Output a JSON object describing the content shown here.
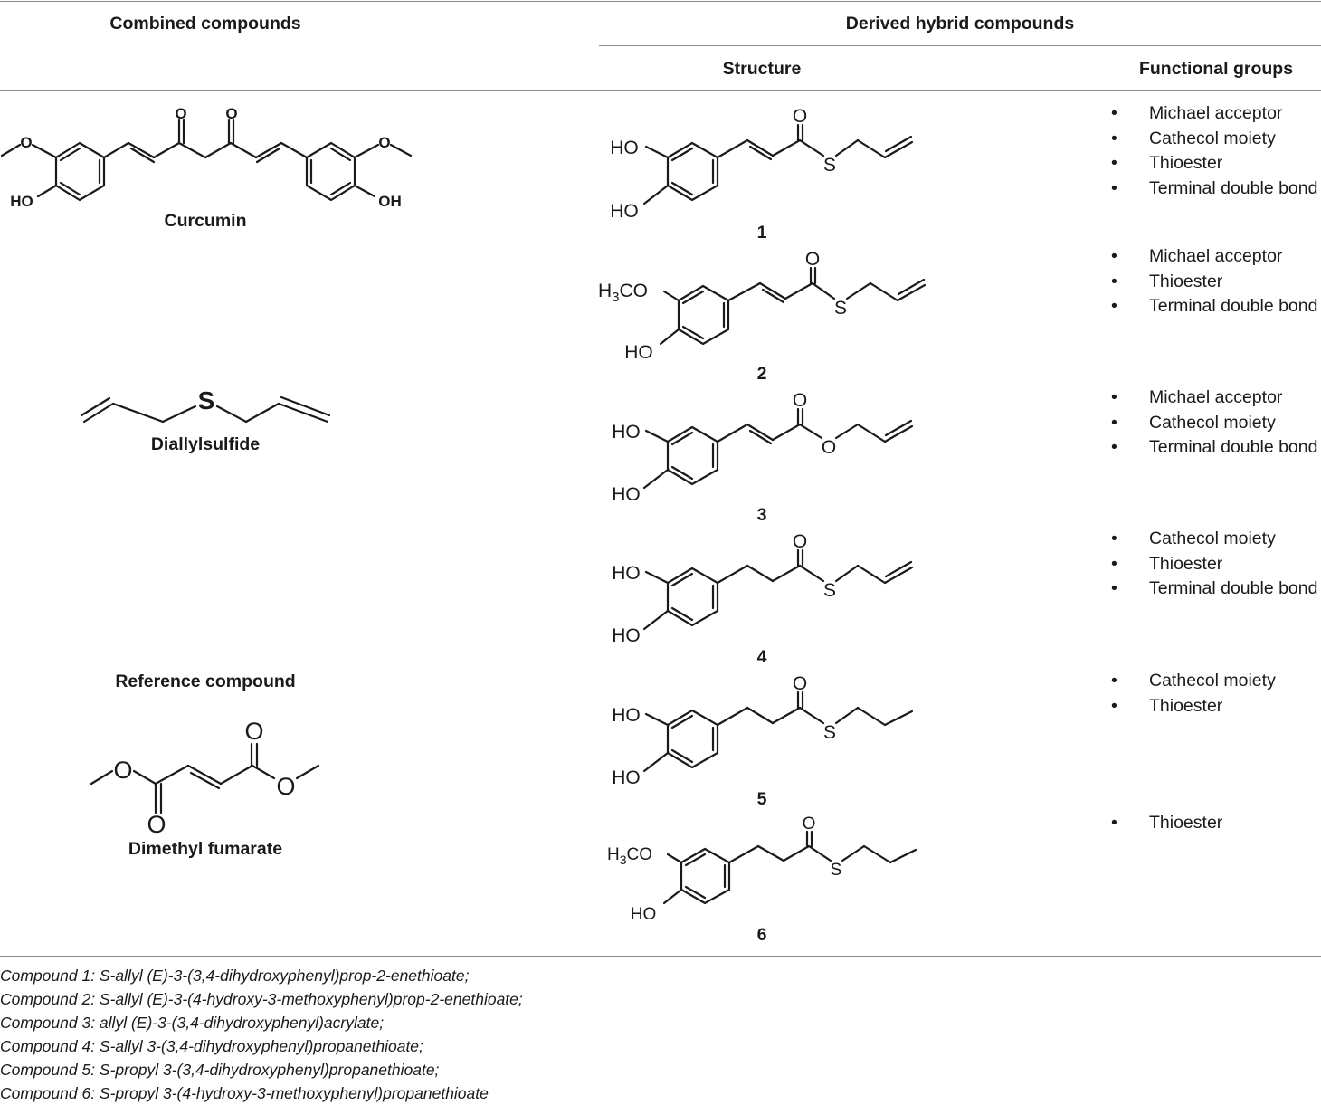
{
  "header": {
    "combined": "Combined compounds",
    "derived": "Derived hybrid compounds",
    "structure": "Structure",
    "functional_groups": "Functional groups"
  },
  "combined_compounds": {
    "curcumin": "Curcumin",
    "diallylsulfide": "Diallylsulfide",
    "reference_heading": "Reference compound",
    "dimethyl_fumarate": "Dimethyl fumarate"
  },
  "atom_labels": {
    "O": "O",
    "S": "S",
    "HO": "HO",
    "OH": "OH",
    "H3CO_prefix": "H",
    "H3CO_sub": "3",
    "H3CO_suffix": "CO"
  },
  "hybrids": [
    {
      "number": "1",
      "groups": [
        "Michael acceptor",
        "Cathecol moiety",
        "Thioester",
        "Terminal double bond"
      ]
    },
    {
      "number": "2",
      "groups": [
        "Michael acceptor",
        "Thioester",
        "Terminal double bond"
      ]
    },
    {
      "number": "3",
      "groups": [
        "Michael acceptor",
        "Cathecol moiety",
        "Terminal double bond"
      ]
    },
    {
      "number": "4",
      "groups": [
        "Cathecol moiety",
        "Thioester",
        "Terminal double bond"
      ]
    },
    {
      "number": "5",
      "groups": [
        "Cathecol moiety",
        "Thioester"
      ]
    },
    {
      "number": "6",
      "groups": [
        "Thioester"
      ]
    }
  ],
  "bullet": "•",
  "footnotes": [
    "Compound 1: S-allyl (E)-3-(3,4-dihydroxyphenyl)prop-2-enethioate;",
    "Compound 2: S-allyl (E)-3-(4-hydroxy-3-methoxyphenyl)prop-2-enethioate;",
    "Compound 3: allyl (E)-3-(3,4-dihydroxyphenyl)acrylate;",
    "Compound 4: S-allyl 3-(3,4-dihydroxyphenyl)propanethioate;",
    "Compound 5: S-propyl 3-(3,4-dihydroxyphenyl)propanethioate;",
    "Compound 6: S-propyl 3-(4-hydroxy-3-methoxyphenyl)propanethioate"
  ]
}
